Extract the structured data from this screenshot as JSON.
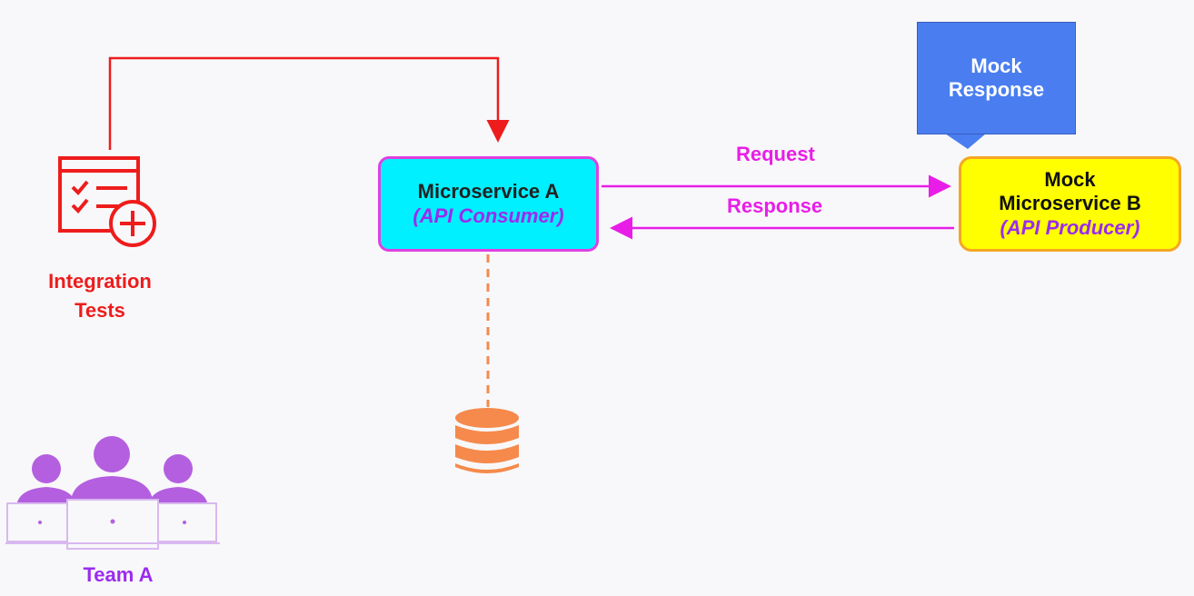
{
  "diagram": {
    "consumer": {
      "name": "Microservice A",
      "role": "(API Consumer)"
    },
    "producer": {
      "line1": "Mock",
      "line2": "Microservice B",
      "role": "(API Producer)"
    },
    "callout": {
      "line1": "Mock",
      "line2": "Response"
    },
    "arrows": {
      "request": "Request",
      "response": "Response"
    },
    "tests": {
      "line1": "Integration",
      "line2": "Tests"
    },
    "team": "Team A",
    "colors": {
      "consumer_fill": "#00f0ff",
      "producer_fill": "#ffff00",
      "callout_fill": "#4a7ef0",
      "link_magenta": "#e81ee8",
      "tests_red": "#ee1c1c",
      "db_orange": "#f58a4c",
      "team_purple": "#b45fe0"
    }
  }
}
